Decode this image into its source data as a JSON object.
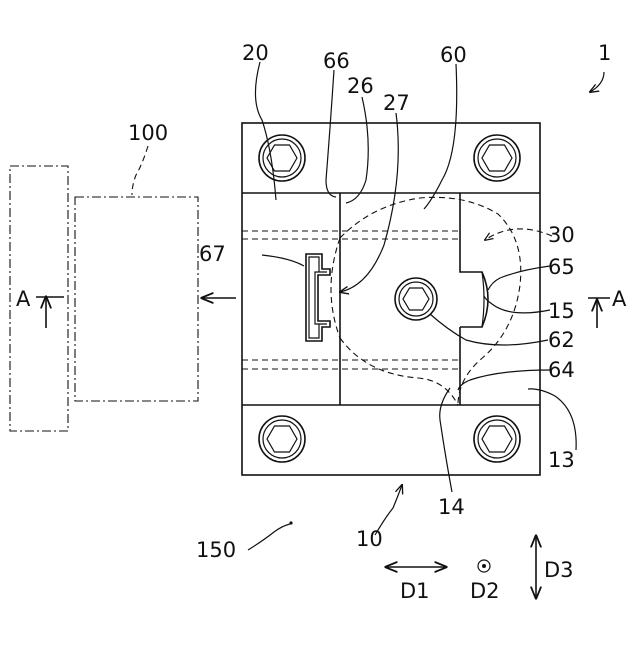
{
  "figure": {
    "labels": {
      "n1": "1",
      "n10": "10",
      "n13": "13",
      "n14": "14",
      "n15": "15",
      "n20": "20",
      "n26": "26",
      "n27": "27",
      "n30": "30",
      "n60": "60",
      "n62": "62",
      "n64": "64",
      "n65": "65",
      "n66": "66",
      "n67": "67",
      "n100": "100",
      "n150": "150",
      "section_left": "A",
      "section_right": "A",
      "d1": "D1",
      "d2": "D2",
      "d3": "D3"
    }
  }
}
